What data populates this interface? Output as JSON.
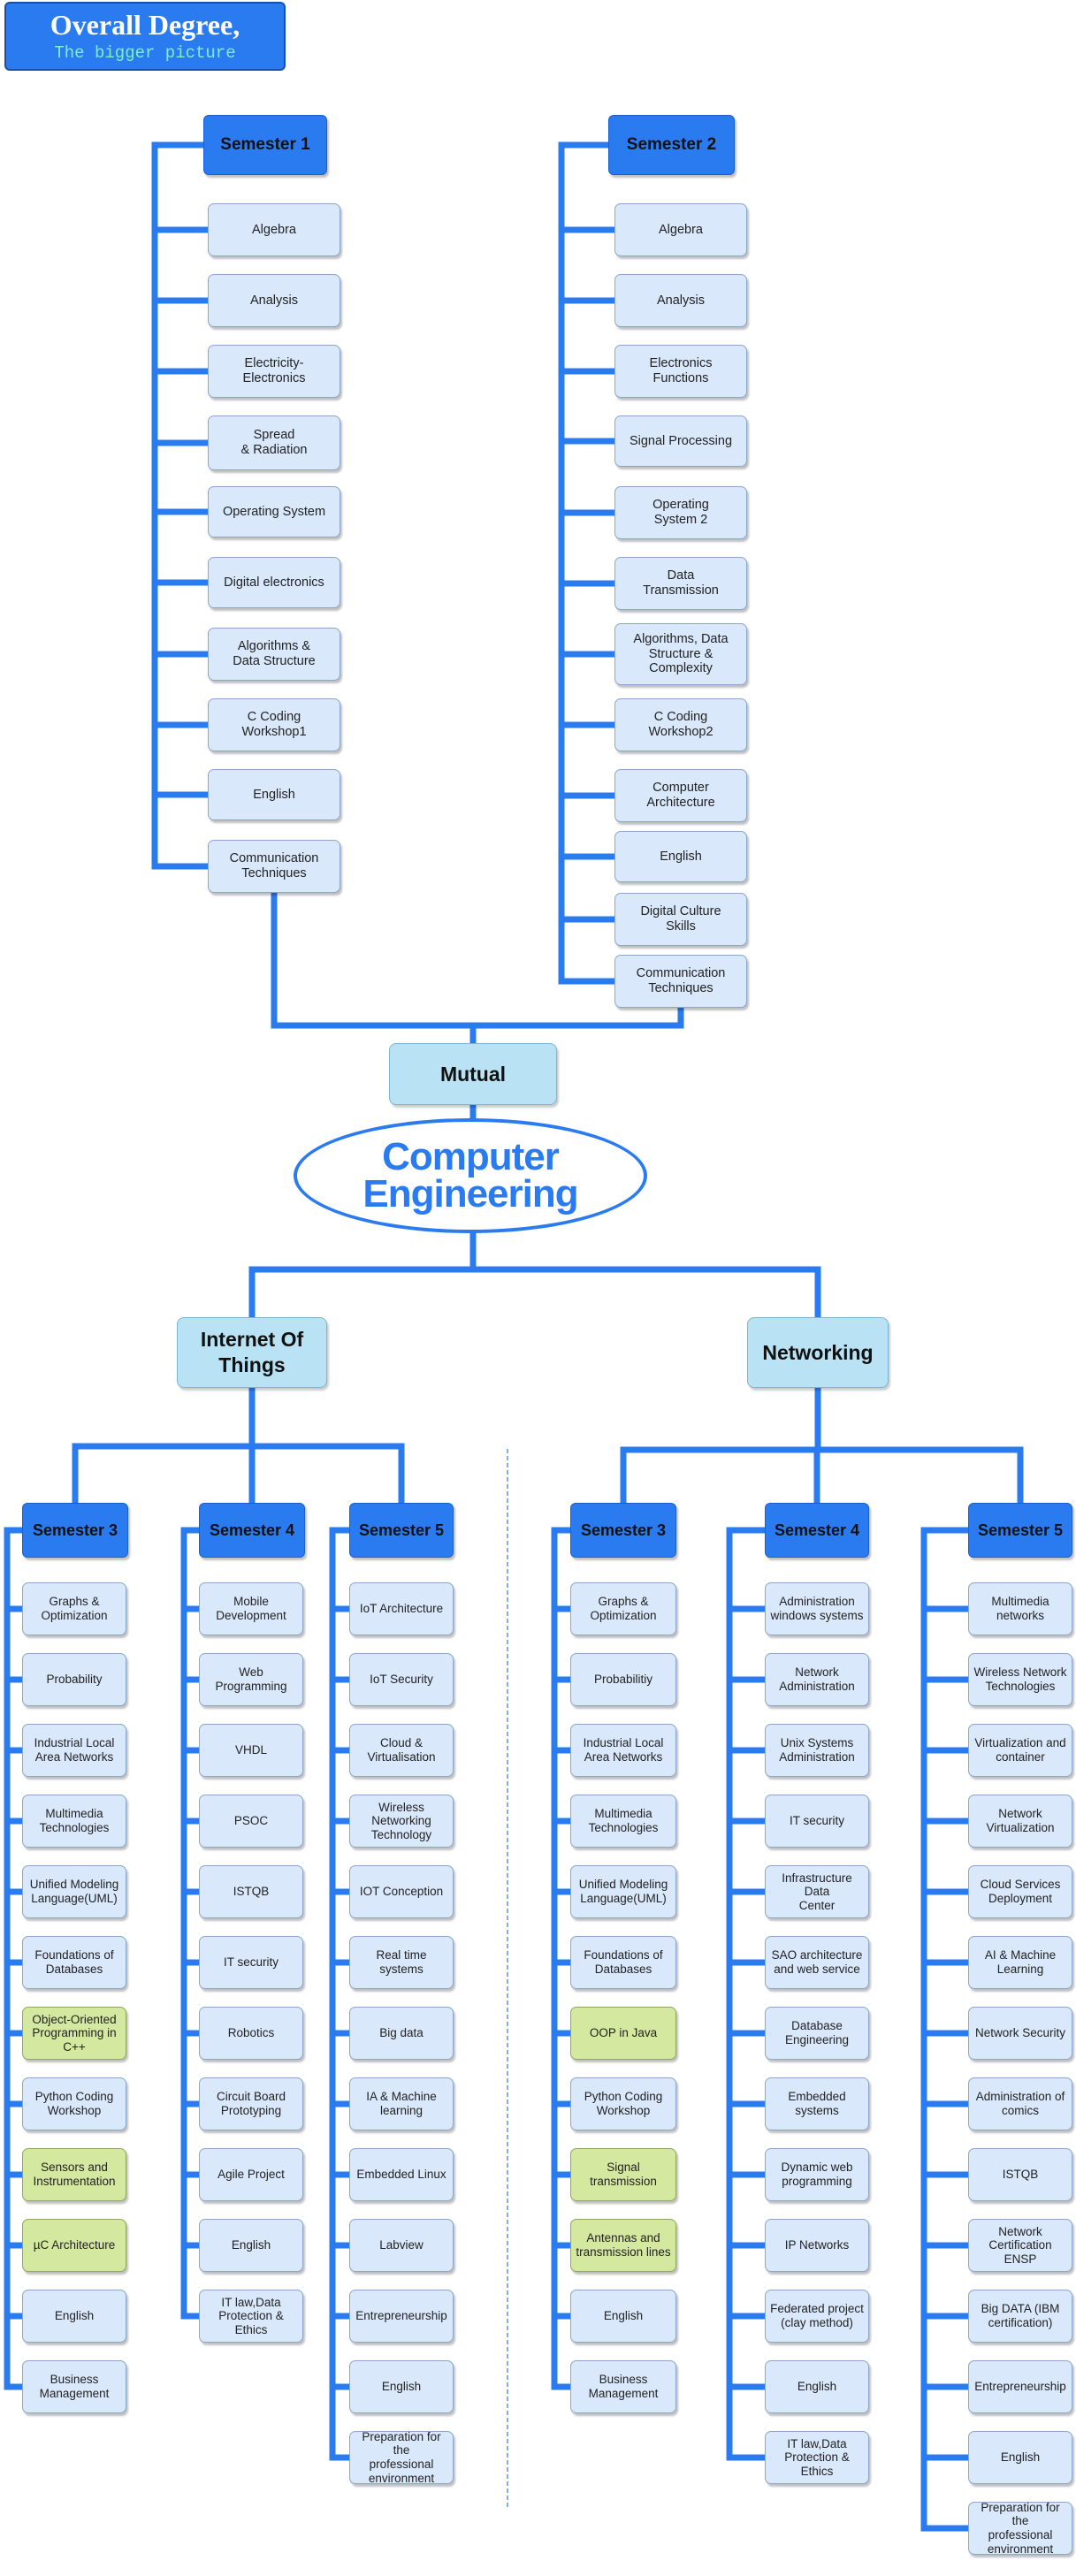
{
  "title": {
    "main": "Overall Degree,",
    "sub": "The bigger picture"
  },
  "year1": {
    "semester1": {
      "label": "Semester 1",
      "courses": [
        "Algebra",
        "Analysis",
        "Electricity-\nElectronics",
        "Spread\n& Radiation",
        "Operating System",
        "Digital electronics",
        "Algorithms &\nData Structure",
        "C Coding\nWorkshop1",
        "English",
        "Communication\nTechniques"
      ]
    },
    "semester2": {
      "label": "Semester 2",
      "courses": [
        "Algebra",
        "Analysis",
        "Electronics\nFunctions",
        "Signal Processing",
        "Operating\nSystem 2",
        "Data\nTransmission",
        "Algorithms, Data\nStructure &\nComplexity",
        "C Coding\nWorkshop2",
        "Computer\nArchitecture",
        "English",
        "Digital Culture\nSkills",
        "Communication\nTechniques"
      ]
    },
    "mutual_label": "Mutual"
  },
  "center": {
    "line1": "Computer",
    "line2": "Engineering"
  },
  "iot": {
    "label": "Internet Of\nThings",
    "semester3": {
      "label": "Semester 3",
      "courses": [
        {
          "text": "Graphs &\nOptimization",
          "elective": false
        },
        {
          "text": "Probability",
          "elective": false
        },
        {
          "text": "Industrial Local\nArea Networks",
          "elective": false
        },
        {
          "text": "Multimedia\nTechnologies",
          "elective": false
        },
        {
          "text": "Unified Modeling\nLanguage(UML)",
          "elective": false
        },
        {
          "text": "Foundations of\nDatabases",
          "elective": false
        },
        {
          "text": "Object-Oriented\nProgramming in\nC++",
          "elective": true
        },
        {
          "text": "Python Coding\nWorkshop",
          "elective": false
        },
        {
          "text": "Sensors and\nInstrumentation",
          "elective": true
        },
        {
          "text": "µC Architecture",
          "elective": true
        },
        {
          "text": "English",
          "elective": false
        },
        {
          "text": "Business\nManagement",
          "elective": false
        }
      ]
    },
    "semester4": {
      "label": "Semester 4",
      "courses": [
        "Mobile\nDevelopment",
        "Web Programming",
        "VHDL",
        "PSOC",
        "ISTQB",
        "IT security",
        "Robotics",
        "Circuit Board\nPrototyping",
        "Agile Project",
        "English",
        "IT law,Data\nProtection &\nEthics"
      ]
    },
    "semester5": {
      "label": "Semester 5",
      "courses": [
        "IoT Architecture",
        "IoT Security",
        "Cloud &\nVirtualisation",
        "Wireless\nNetworking\nTechnology",
        "IOT Conception",
        "Real time\nsystems",
        "Big data",
        "IA & Machine\nlearning",
        "Embedded Linux",
        "Labview",
        "Entrepreneurship",
        "English",
        "Preparation for the\nprofessional\nenvironment"
      ]
    }
  },
  "networking": {
    "label": "Networking",
    "semester3": {
      "label": "Semester 3",
      "courses": [
        {
          "text": "Graphs &\nOptimization",
          "elective": false
        },
        {
          "text": "Probabilitiy",
          "elective": false
        },
        {
          "text": "Industrial Local\nArea Networks",
          "elective": false
        },
        {
          "text": "Multimedia\nTechnologies",
          "elective": false
        },
        {
          "text": "Unified Modeling\nLanguage(UML)",
          "elective": false
        },
        {
          "text": "Foundations of\nDatabases",
          "elective": false
        },
        {
          "text": "OOP in Java",
          "elective": true
        },
        {
          "text": "Python Coding\nWorkshop",
          "elective": false
        },
        {
          "text": "Signal\ntransmission",
          "elective": true
        },
        {
          "text": "Antennas and\ntransmission lines",
          "elective": true
        },
        {
          "text": "English",
          "elective": false
        },
        {
          "text": "Business\nManagement",
          "elective": false
        }
      ]
    },
    "semester4": {
      "label": "Semester 4",
      "courses": [
        "Administration\nwindows systems",
        "Network\nAdministration",
        "Unix Systems\nAdministration",
        "IT security",
        "Infrastructure Data\nCenter",
        "SAO architecture\nand web service",
        "Database\nEngineering",
        "Embedded\nsystems",
        "Dynamic web\nprogramming",
        "IP Networks",
        "Federated project\n(clay method)",
        "English",
        "IT law,Data\nProtection &\nEthics"
      ]
    },
    "semester5": {
      "label": "Semester 5",
      "courses": [
        "Multimedia\nnetworks",
        "Wireless Network\nTechnologies",
        "Virtualization and\ncontainer",
        "Network\nVirtualization",
        "Cloud Services\nDeployment",
        "AI & Machine\nLearning",
        "Network Security",
        "Administration of\ncomics",
        "ISTQB",
        "Network\nCertification\nENSP",
        "Big DATA (IBM\ncertification)",
        "Entrepreneurship",
        "English",
        "Preparation for the\nprofessional\nenvironment"
      ]
    }
  },
  "colors": {
    "connector": "#2b7bf0",
    "semester_fill": "#2b7bf0",
    "course_fill": "#dae8fc",
    "elective_fill": "#d5e8a0",
    "specialization_fill": "#b9e3f5",
    "divider": "#7fb4e0"
  }
}
